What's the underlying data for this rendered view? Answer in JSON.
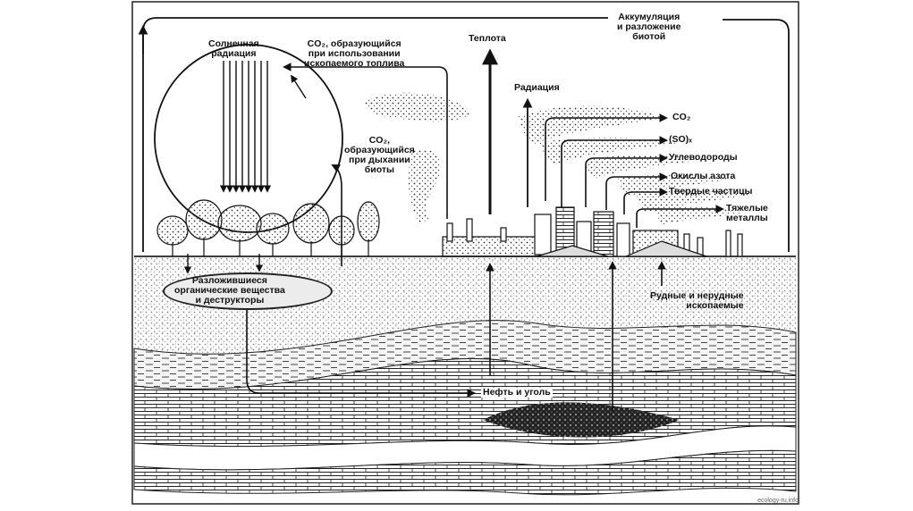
{
  "diagram": {
    "labels": {
      "solar_radiation": "Солнечная\nрадиация",
      "co2_fossil": "CO₂, образующийся\nпри использовании\nископаемого топлива",
      "heat": "Теплота",
      "accumulation": "Аккумуляция\nи разложение\nбиотой",
      "radiation": "Радиация",
      "co2_out": "CO₂",
      "sox": "(SO)ₓ",
      "hydrocarbons": "Углеводороды",
      "nitrogen_oxides": "Окислы азота",
      "solid_particles": "Твердые частицы",
      "heavy_metals": "Тяжелые\nметаллы",
      "co2_respiration": "CO₂,\nобразующийся\nпри дыхании\nбиоты",
      "decomposed": "Разложившиеся\nорганические вещества\nи деструкторы",
      "ores": "Рудные и нерудные\nископаемые",
      "oil_coal": "Нефть и уголь"
    },
    "watermark": "ecology-ru.info"
  }
}
